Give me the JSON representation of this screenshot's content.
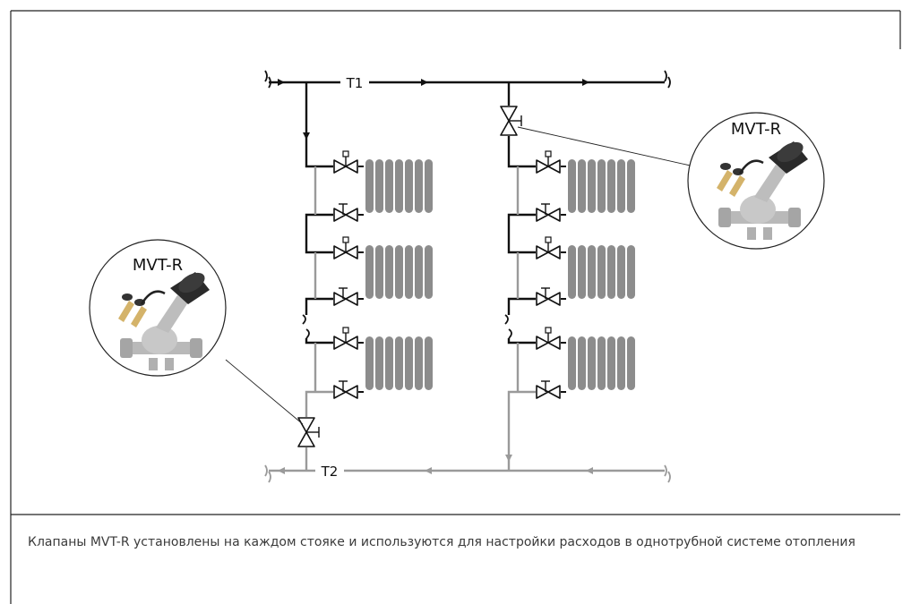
{
  "diagram": {
    "supply_line_label": "T1",
    "return_line_label": "T2",
    "valve_callout_left": "MVT-R",
    "valve_callout_right": "MVT-R"
  },
  "caption": "Клапаны MVT-R установлены на каждом стояке и используются для настройки расходов в однотрубной системе отопления",
  "colors": {
    "supply_pipe": "#111111",
    "return_pipe": "#9a9a9a",
    "radiator": "#8c8c8c",
    "frame": "#222222"
  }
}
